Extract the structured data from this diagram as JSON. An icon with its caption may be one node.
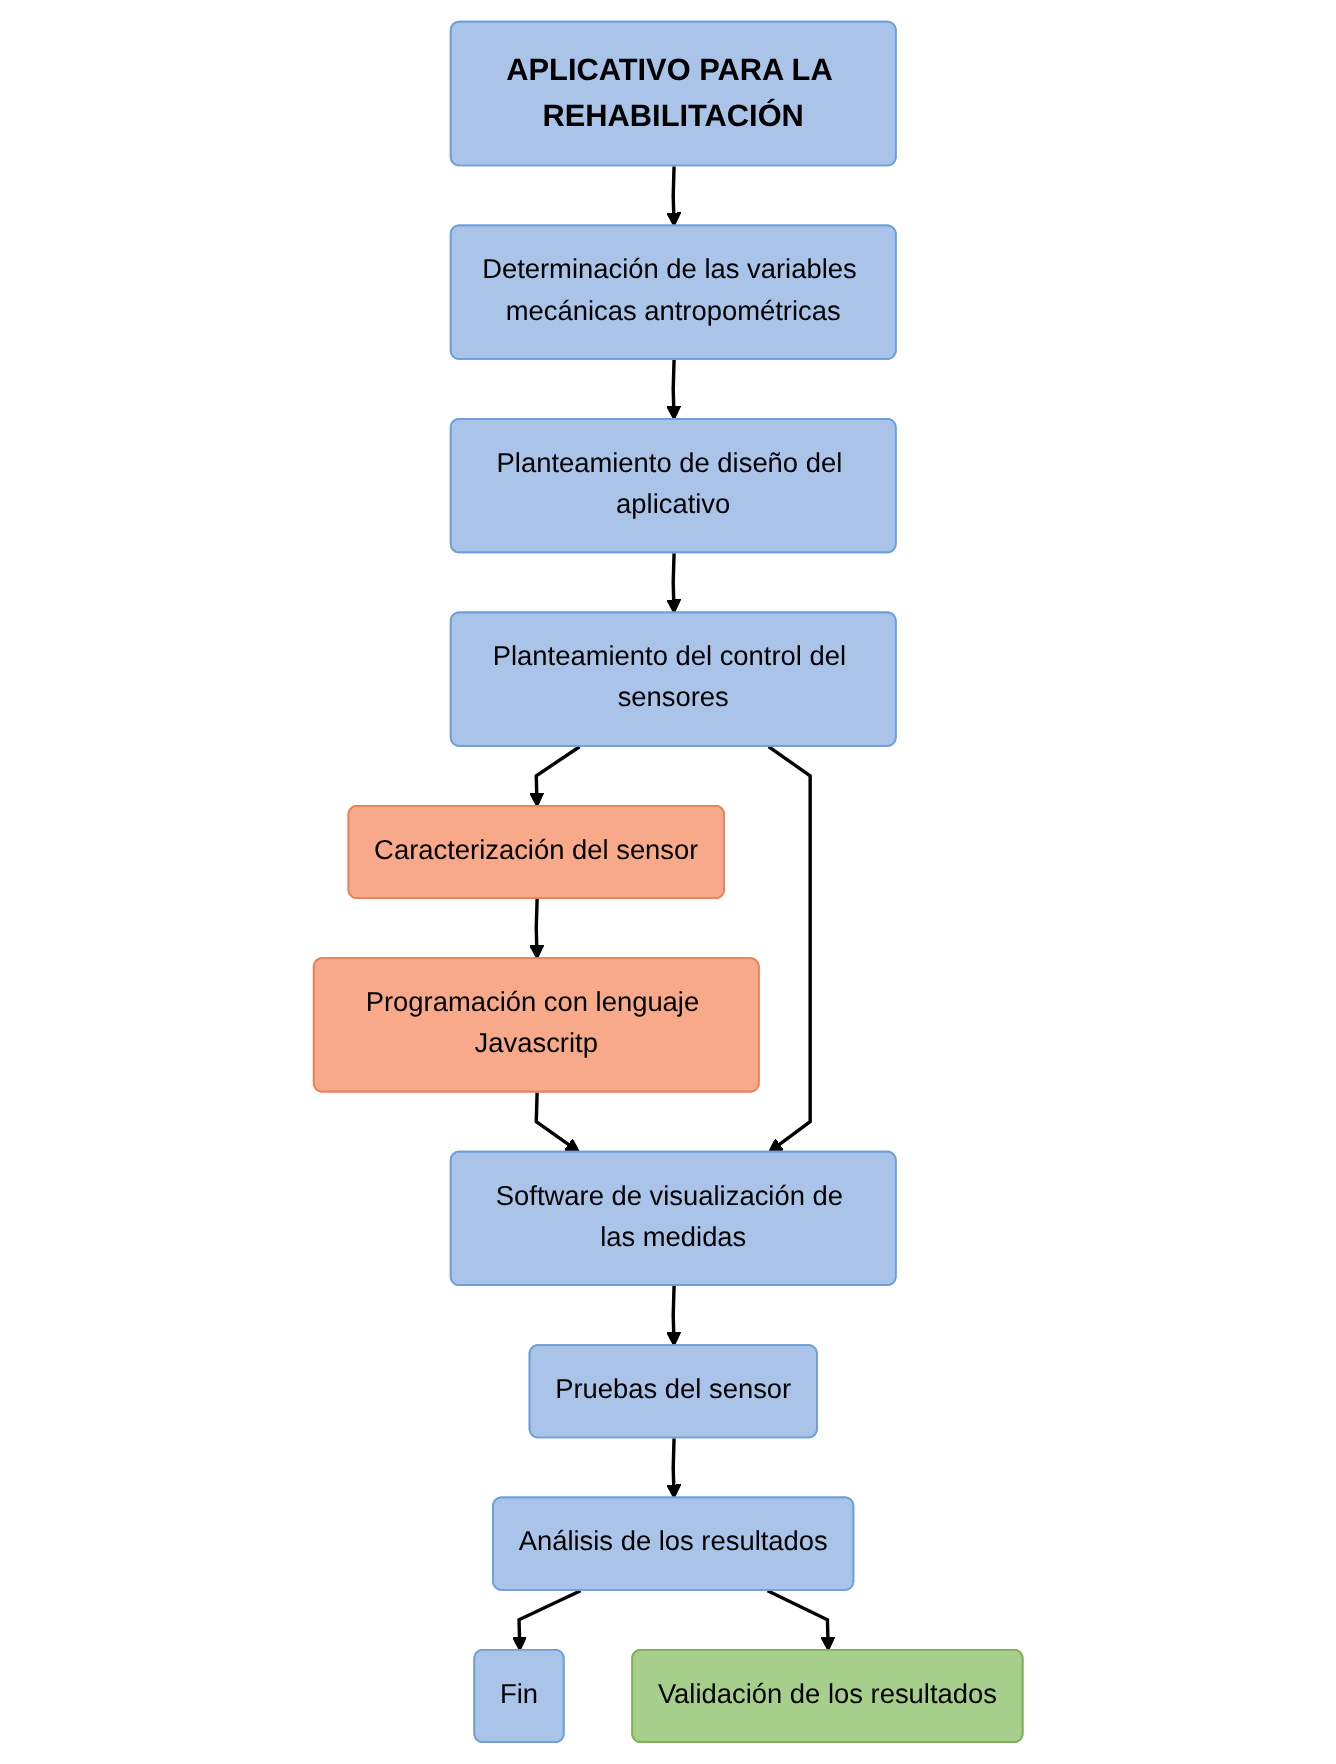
{
  "diagram": {
    "nodes": [
      {
        "text": [
          "APLICATIVO PARA LA REHABILITACIÓN"
        ]
      },
      {
        "text": [
          "Determinación de las variables mecánicas antropométricas"
        ]
      },
      {
        "text": [
          "Planteamiento de diseño del aplicativo"
        ]
      },
      {
        "text": [
          "Planteamiento del control del sensores"
        ]
      },
      {
        "text": [
          "Software de visualización de las medidas"
        ]
      },
      {
        "text": [
          "Pruebas del sensor"
        ]
      },
      {
        "text": [
          "Análisis de los resultados"
        ]
      },
      {
        "text": [
          "Fin"
        ]
      },
      {
        "text": [
          "Caracterización del sensor"
        ]
      },
      {
        "text": [
          "Programación con lenguaje Javascritp"
        ]
      },
      {
        "text": [
          "Validación de los resultados"
        ]
      }
    ],
    "edges": [
      {
        "from": 0,
        "to": 1,
        "arrow": "to"
      },
      {
        "from": 1,
        "to": 2,
        "arrow": "to"
      },
      {
        "from": 2,
        "to": 3,
        "arrow": "to"
      },
      {
        "from": 3,
        "to": 8,
        "arrow": "to"
      },
      {
        "from": 8,
        "to": 9,
        "arrow": "to"
      },
      {
        "from": 9,
        "to": 4,
        "arrow": "to"
      },
      {
        "from": 3,
        "to": 4,
        "arrow": "to"
      },
      {
        "from": 4,
        "to": 5,
        "arrow": "to"
      },
      {
        "from": 5,
        "to": 6,
        "arrow": "to"
      },
      {
        "from": 6,
        "to": 7,
        "arrow": "to"
      },
      {
        "from": 6,
        "to": 10,
        "arrow": "to"
      }
    ]
  }
}
